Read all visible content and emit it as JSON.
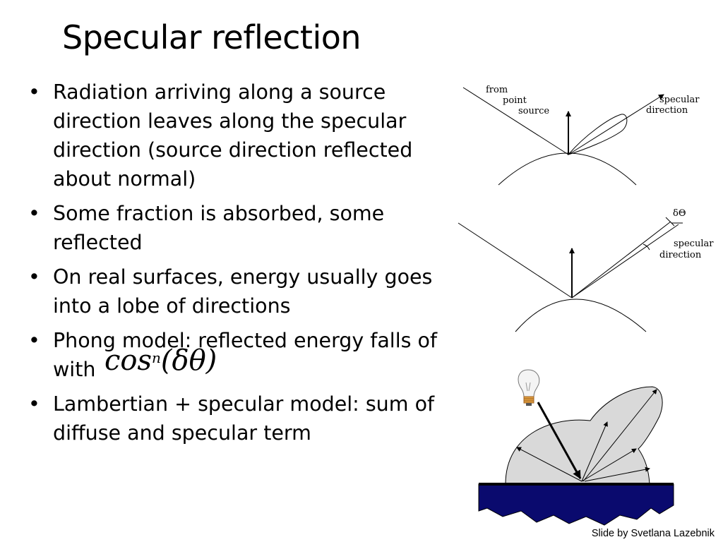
{
  "slide": {
    "title": "Specular reflection",
    "bullets": [
      "Radiation arriving along a source direction leaves along the specular direction (source direction reflected about normal)",
      "Some fraction is absorbed, some reflected",
      "On real surfaces, energy usually goes into a lobe of directions",
      "Phong model: reflected energy falls of with",
      "Lambertian + specular model: sum of diffuse and specular term"
    ],
    "formula": {
      "func": "cos",
      "exponent": "n",
      "argument": "(δθ)"
    },
    "credit": "Slide by Svetlana Lazebnik"
  },
  "diagram_top": {
    "from_label": "from",
    "point_label": "point",
    "source_label": "source",
    "specular_label": "specular",
    "direction_label": "direction"
  },
  "diagram_middle": {
    "delta_label": "δΘ",
    "specular_label": "specular",
    "direction_label": "direction"
  },
  "colors": {
    "surface_fill": "#0a0a6e",
    "lobe_fill": "#d9d9d9",
    "bulb_base": "#e0a040"
  },
  "icons": {
    "bulb": "light-bulb-icon"
  }
}
